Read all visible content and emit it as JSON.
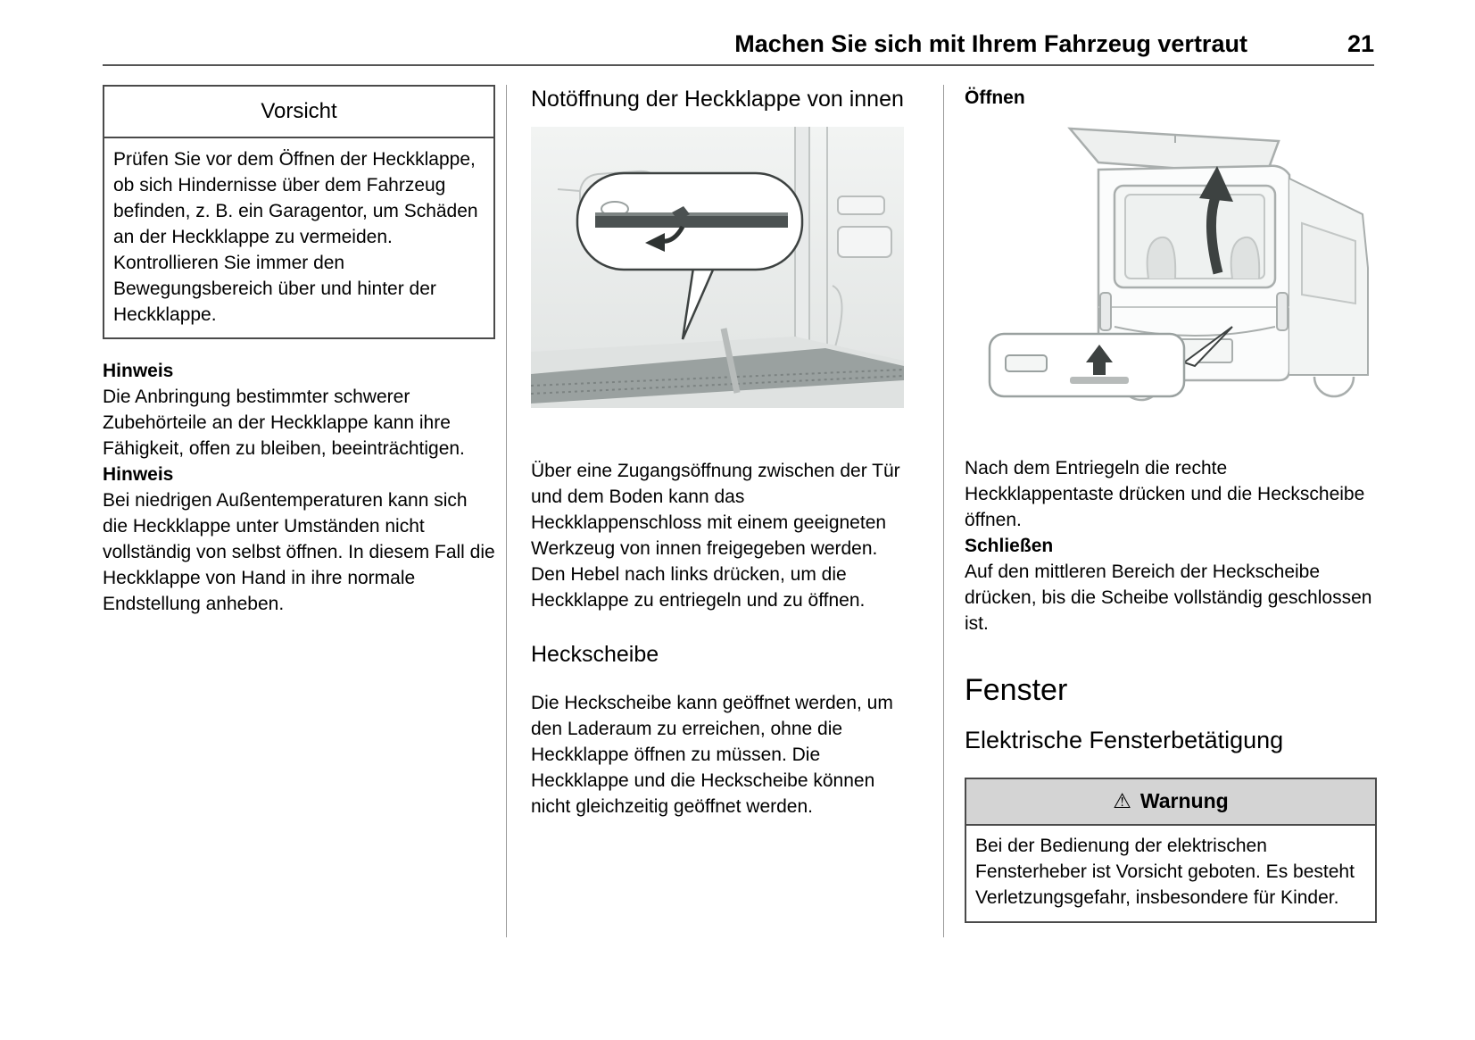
{
  "page": {
    "header_title": "Machen Sie sich mit Ihrem Fahrzeug vertraut",
    "page_number": "21"
  },
  "left_column": {
    "caution_box": {
      "title": "Vorsicht",
      "body": "Prüfen Sie vor dem Öffnen der Heckklappe, ob sich Hindernisse über dem Fahrzeug befinden, z. B. ein Garagentor, um Schäden an der Heckklappe zu vermeiden. Kontrollieren Sie immer den Bewegungsbereich über und hinter der Heckklappe."
    },
    "note1_label": "Hinweis",
    "note1_body": "Die Anbringung bestimmter schwerer Zubehörteile an der Heckklappe kann ihre Fähigkeit, offen zu bleiben, beeinträchtigen.",
    "note2_label": "Hinweis",
    "note2_body": "Bei niedrigen Außentemperaturen kann sich die Heckklappe unter Umständen nicht vollständig von selbst öffnen. In diesem Fall die Heckklappe von Hand in ihre normale Endstellung anheben."
  },
  "middle_column": {
    "heading": "Notöffnung der Heckklappe von innen",
    "illustration_name": "tailgate-emergency-release-illustration",
    "paragraph1": "Über eine Zugangsöffnung zwischen der Tür und dem Boden kann das Heckklappenschloss mit einem geeigneten Werkzeug von innen freigegeben werden.",
    "paragraph2": "Den Hebel nach links drücken, um die Heckklappe zu entriegeln und zu öffnen.",
    "subheading": "Heckscheibe",
    "paragraph3": "Die Heckscheibe kann geöffnet werden, um den Laderaum zu erreichen, ohne die Heckklappe öffnen zu müssen. Die Heckklappe und die Heckscheibe können nicht gleichzeitig geöffnet werden."
  },
  "right_column": {
    "open_label": "Öffnen",
    "illustration_name": "rear-window-open-illustration",
    "open_body": "Nach dem Entriegeln die rechte Heckklappentaste drücken und die Heckscheibe öffnen.",
    "close_label": "Schließen",
    "close_body": "Auf den mittleren Bereich der Heckscheibe drücken, bis die Scheibe vollständig geschlossen ist.",
    "section_heading": "Fenster",
    "subsection_heading": "Elektrische Fensterbetätigung",
    "warning_box": {
      "icon": "⚠",
      "title": "Warnung",
      "body": "Bei der Bedienung der elektrischen Fensterheber ist Vorsicht geboten. Es besteht Verletzungsgefahr, insbesondere für Kinder."
    }
  },
  "colors": {
    "rule": "#555555",
    "warning_header_bg": "#d4d4d4",
    "illustration_bg": "#ebedec",
    "illustration_dark": "#3d4241"
  }
}
